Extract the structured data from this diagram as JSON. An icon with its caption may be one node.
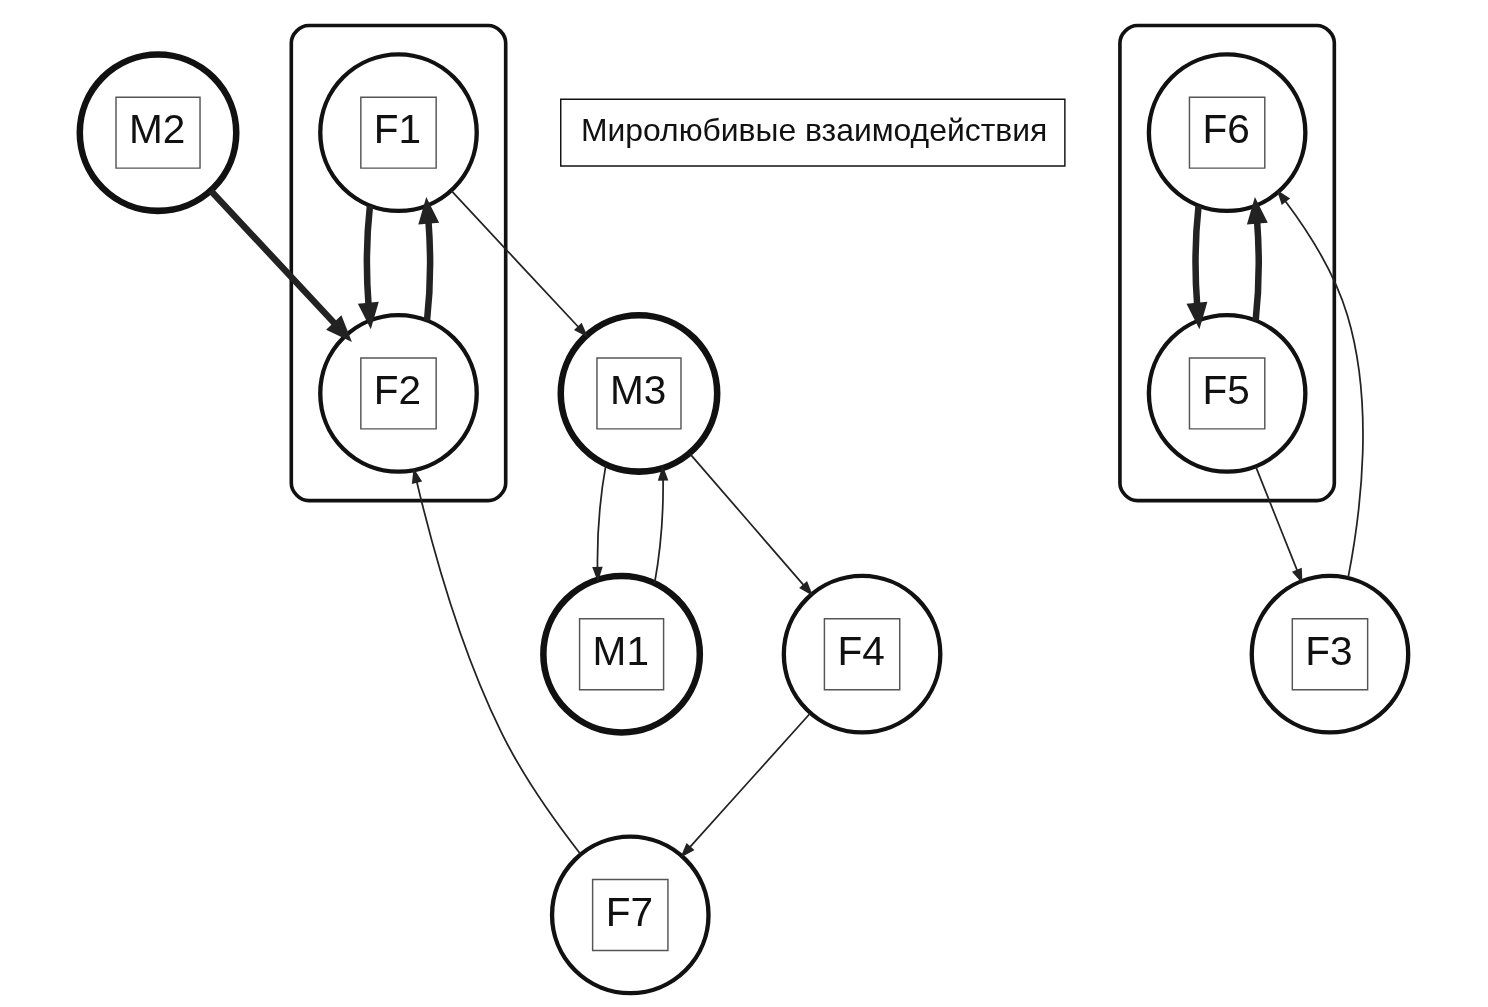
{
  "diagram": {
    "nodes": [
      {
        "text": [],
        "shape": "ellipse"
      },
      {
        "text": [
          "F1"
        ],
        "in": 0
      },
      {
        "text": [
          "F2"
        ],
        "in": 0
      },
      {
        "text": [
          "M3"
        ]
      },
      {
        "text": [
          "Миролюбивые взаимодействия"
        ]
      },
      {
        "text": [
          "F7"
        ]
      },
      {
        "text": [
          "F3"
        ]
      },
      {
        "text": [
          "M2"
        ]
      },
      {
        "text": [
          "M1"
        ]
      },
      {
        "text": [],
        "shape": "ellipse"
      },
      {
        "text": [
          "F6"
        ],
        "in": 9
      },
      {
        "text": [
          "F4"
        ]
      },
      {
        "text": [
          "F5"
        ],
        "in": 9
      }
    ],
    "edges": [
      {
        "from": 2,
        "to": 1,
        "arrow": "to",
        "style": "thick"
      },
      {
        "from": 1,
        "to": 2,
        "arrow": "to",
        "style": "thick"
      },
      {
        "from": 1,
        "to": 3,
        "arrow": "to"
      },
      {
        "from": 8,
        "to": 3,
        "arrow": "to"
      },
      {
        "from": 3,
        "to": 8,
        "arrow": "to"
      },
      {
        "from": 3,
        "to": 11,
        "arrow": "to"
      },
      {
        "from": 5,
        "to": 2,
        "arrow": "to"
      },
      {
        "from": 7,
        "to": 2,
        "arrow": "to",
        "style": "thick"
      },
      {
        "from": 6,
        "to": 10,
        "arrow": "to"
      },
      {
        "from": 12,
        "to": 6,
        "arrow": "to"
      },
      {
        "from": 11,
        "to": 5,
        "arrow": "to"
      },
      {
        "from": 12,
        "to": 10,
        "arrow": "to",
        "style": "thick"
      },
      {
        "from": 10,
        "to": 12,
        "arrow": "to",
        "style": "thick"
      }
    ]
  }
}
